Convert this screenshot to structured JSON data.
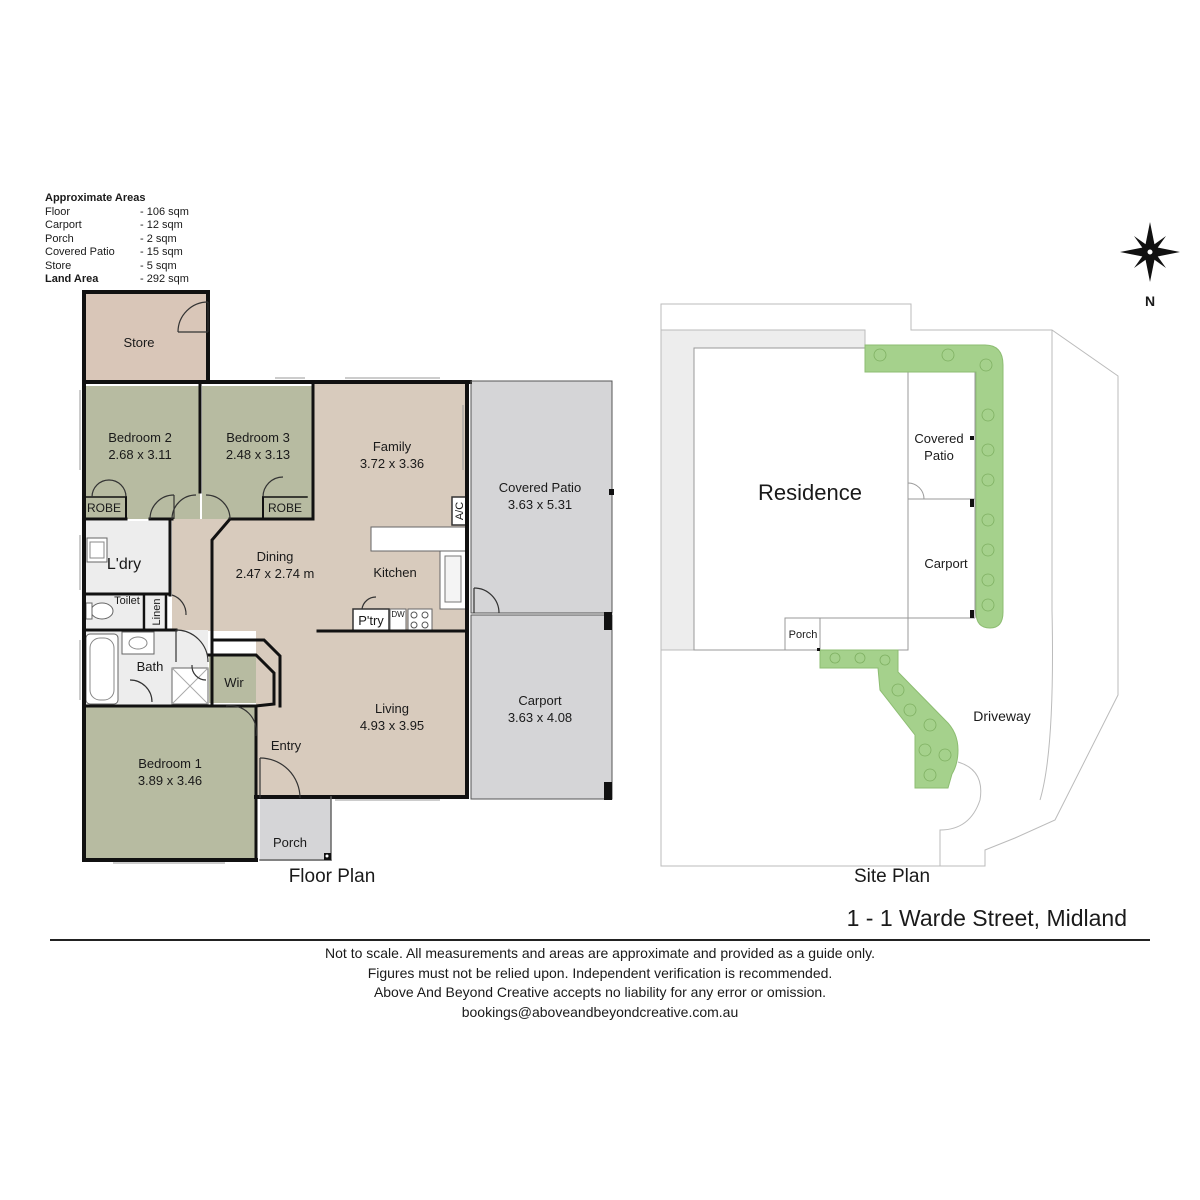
{
  "areas": {
    "heading": "Approximate Areas",
    "rows": [
      {
        "label": "Floor",
        "value": "- 106 sqm"
      },
      {
        "label": "Carport",
        "value": "- 12 sqm"
      },
      {
        "label": "Porch",
        "value": "- 2 sqm"
      },
      {
        "label": "Covered Patio",
        "value": "- 15 sqm"
      },
      {
        "label": "Store",
        "value": "- 5 sqm"
      },
      {
        "label": "Land Area",
        "value": "-  292 sqm"
      }
    ]
  },
  "floor_plan": {
    "caption": "Floor Plan",
    "rooms": {
      "store": "Store",
      "bed2_name": "Bedroom 2",
      "bed2_dims": "2.68 x 3.11",
      "bed3_name": "Bedroom 3",
      "bed3_dims": "2.48 x 3.13",
      "family_name": "Family",
      "family_dims": "3.72 x 3.36",
      "patio_name": "Covered Patio",
      "patio_dims": "3.63 x 5.31",
      "robe": "ROBE",
      "ac": "A/C",
      "laundry": "L'dry",
      "dining_name": "Dining",
      "dining_dims": "2.47 x 2.74 m",
      "kitchen": "Kitchen",
      "toilet": "Toilet",
      "linen": "Linen",
      "pantry": "P'try",
      "dw": "DW",
      "bath": "Bath",
      "wir": "Wir",
      "carport_name": "Carport",
      "carport_dims": "3.63 x 4.08",
      "living_name": "Living",
      "living_dims": "4.93 x 3.95",
      "entry": "Entry",
      "bed1_name": "Bedroom 1",
      "bed1_dims": "3.89 x 3.46",
      "porch": "Porch"
    },
    "colors": {
      "wet": "#ededed",
      "beige": "#d8cbbd",
      "sage": "#b7bba1",
      "grey": "#d5d5d7",
      "store": "#d9c6b8"
    }
  },
  "site_plan": {
    "caption": "Site Plan",
    "labels": {
      "residence": "Residence",
      "covered_patio_1": "Covered",
      "covered_patio_2": "Patio",
      "carport": "Carport",
      "porch": "Porch",
      "driveway": "Driveway"
    },
    "compass": "N",
    "colors": {
      "garden": "#a5d18c"
    }
  },
  "address": "1 - 1 Warde Street, Midland",
  "disclaimer": [
    "Not to scale. All measurements and areas are approximate and provided as a guide only.",
    "Figures must not be relied upon. Independent verification is recommended.",
    "Above And Beyond Creative accepts no liability for any error or omission.",
    "bookings@aboveandbeyondcreative.com.au"
  ]
}
